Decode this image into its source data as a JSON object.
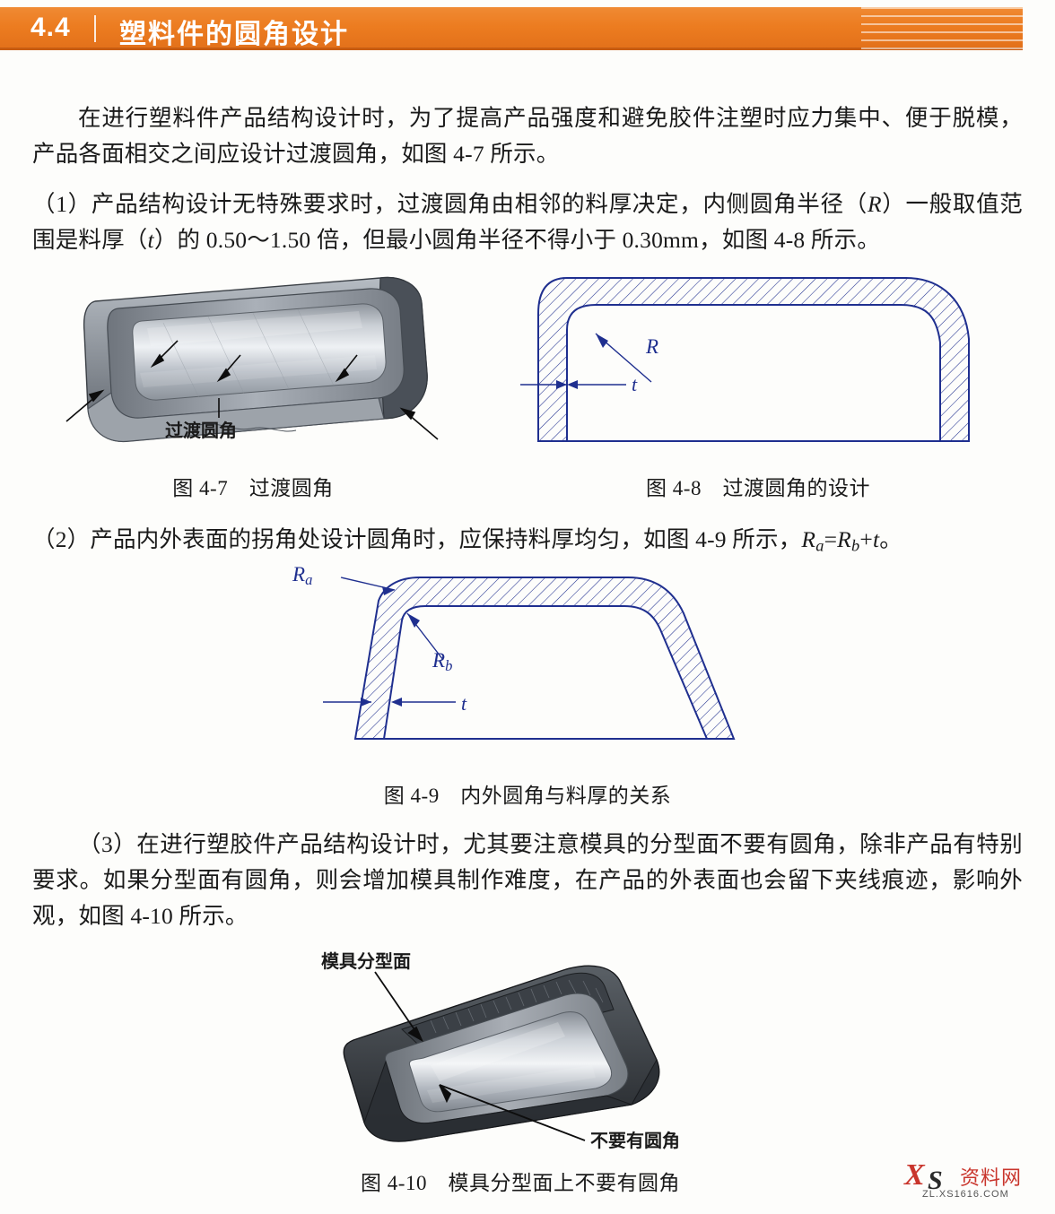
{
  "header": {
    "number": "4.4",
    "title": "塑料件的圆角设计"
  },
  "paragraphs": {
    "p1": "在进行塑料件产品结构设计时，为了提高产品强度和避免胶件注塑时应力集中、便于脱模，产品各面相交之间应设计过渡圆角，如图 4-7 所示。",
    "p2_a": "（1）产品结构设计无特殊要求时，过渡圆角由相邻的料厚决定，内侧圆角半径（",
    "p2_r": "R",
    "p2_b": "）一般取值范围是料厚（",
    "p2_t": "t",
    "p2_c": "）的 0.50～1.50 倍，但最小圆角半径不得小于 0.30mm，如图 4-8 所示。",
    "p3_a": "（2）产品内外表面的拐角处设计圆角时，应保持料厚均匀，如图 4-9 所示，",
    "p3_ra": "R",
    "p3_ra_sub": "a",
    "p3_eq": "=",
    "p3_rb": "R",
    "p3_rb_sub": "b",
    "p3_plus": "+",
    "p3_t": "t",
    "p3_end": "。",
    "p4": "（3）在进行塑胶件产品结构设计时，尤其要注意模具的分型面不要有圆角，除非产品有特别要求。如果分型面有圆角，则会增加模具制作难度，在产品的外表面也会留下夹线痕迹，影响外观，如图 4-10 所示。"
  },
  "figures": {
    "fig47": {
      "caption": "图 4-7　过渡圆角",
      "label_transition": "过渡圆角"
    },
    "fig48": {
      "caption": "图 4-8　过渡圆角的设计",
      "label_R": "R",
      "label_t": "t"
    },
    "fig49": {
      "caption": "图 4-9　内外圆角与料厚的关系",
      "label_Ra": "R",
      "label_Ra_sub": "a",
      "label_Rb": "R",
      "label_Rb_sub": "b",
      "label_t": "t"
    },
    "fig410": {
      "caption": "图 4-10　模具分型面上不要有圆角",
      "label_parting": "模具分型面",
      "label_nofillet": "不要有圆角"
    }
  },
  "watermark": {
    "x": "X",
    "s": "S",
    "cn": "资料网",
    "url": "ZL.XS1616.COM"
  },
  "colors": {
    "header_orange": "#ec7c20",
    "line_blue": "#1f2f8f",
    "text": "#1a1a1a",
    "watermark_red": "#c9352c"
  }
}
